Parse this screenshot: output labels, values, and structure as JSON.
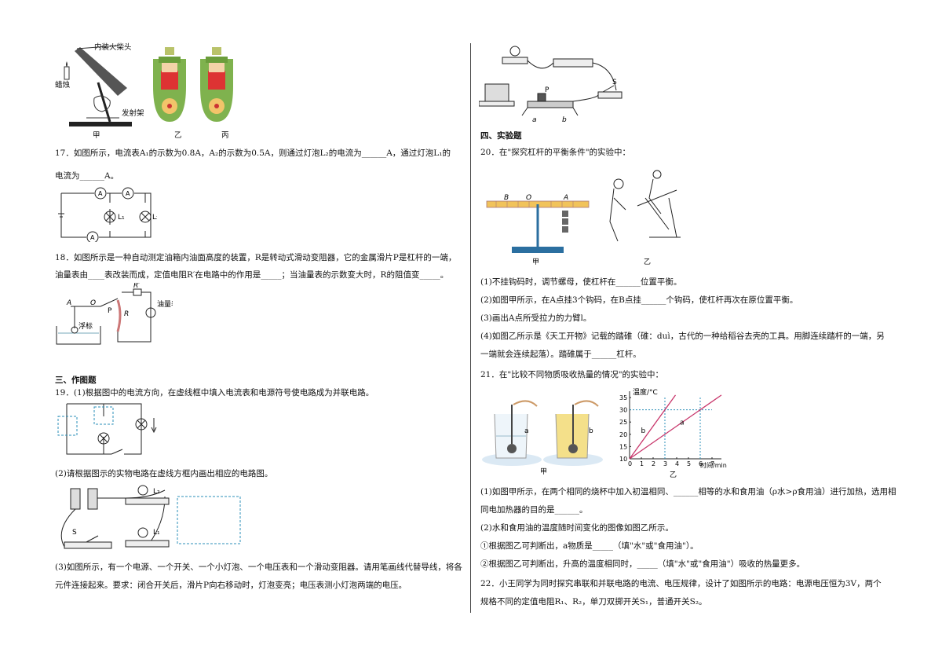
{
  "left": {
    "fig_top": {
      "label_matchhead": "内装火柴头",
      "label_candle": "蜡烛",
      "label_launcher": "发射架",
      "cap_jia": "甲",
      "cap_yi": "乙",
      "cap_bing": "丙"
    },
    "q17": {
      "line1": "17．如图所示，电流表A₁的示数为0.8A，A₂的示数为0.5A，则通过灯泡L₂的电流为______A，通过灯泡L₁的",
      "line2": "电流为______A。",
      "fig": {
        "a1": "A",
        "a2": "A",
        "a3": "A",
        "l1": "L₁",
        "l2": "L₂"
      }
    },
    "q18": {
      "line1": "18．如图所示是一种自动测定油箱内油面高度的装置，R是转动式滑动变阻器，它的金属滑片P是杠杆的一端，",
      "line2": "油量表由____表改装而成，定值电阻R′在电路中的作用是_____；当油量表的示数变大时，R的阻值变_____。",
      "fig": {
        "a": "A",
        "o": "O",
        "p": "P",
        "r": "R",
        "rp": "R′",
        "float": "浮标",
        "meter": "油量表"
      }
    },
    "sec3": "三、作图题",
    "q19": {
      "p1": "19．(1)根据图中的电流方向，在虚线框中填入电流表和电源符号使电路成为并联电路。",
      "s_label": "S",
      "p2": "(2)请根据图示的实物电路在虚线方框内画出相应的电路图。",
      "p2_l2": "L₂",
      "p2_l1": "L₁",
      "p2_s": "S",
      "p3_line1": "(3)如图所示，有一个电源、一个开关、一个小灯泡、一个电压表和一个滑动变阻器。请用笔画线代替导线，将各",
      "p3_line2": "元件连接起来。要求：闭合开关后，滑片P向右移动时，灯泡变亮；电压表测小灯泡两端的电压。"
    }
  },
  "right": {
    "top_fig": {
      "s": "S",
      "p": "P",
      "a": "a",
      "b": "b"
    },
    "sec4": "四、实验题",
    "q20": {
      "title": "20．在\"探究杠杆的平衡条件\"的实验中：",
      "fig": {
        "b": "B",
        "o": "O",
        "a": "A",
        "cap_jia": "甲",
        "cap_yi": "乙"
      },
      "s1": "(1)不挂钩码时，调节螺母，使杠杆在______位置平衡。",
      "s2": "(2)如图甲所示，在A点挂3个钩码，在B点挂______个钩码，使杠杆再次在原位置平衡。",
      "s3": "(3)画出A点所受拉力的力臂l。",
      "s4_line1": "(4)如图乙所示是《天工开物》记载的踏碓（碓：duì，古代的一种给稻谷去壳的工具。用脚连续踏杆的一端，另",
      "s4_line2": "一端就会连续起落）。踏碓属于______杠杆。"
    },
    "q21": {
      "title": "21．在\"比较不同物质吸收热量的情况\"的实验中：",
      "fig": {
        "a_label": "a",
        "b_label": "b",
        "cap_jia": "甲",
        "cap_yi": "乙"
      },
      "s1_line1": "(1)如图甲所示，在两个相同的烧杯中加入初温相同、______相等的水和食用油（ρ水>ρ食用油）进行加热，选用相",
      "s1_line2": "同电加热器的目的是______。",
      "s2": "(2)水和食用油的温度随时间变化的图像如图乙所示。",
      "s2a": "①根据图乙可判断出，a物质是_____（填\"水\"或\"食用油\"）。",
      "s2b": "②根据图乙可判断出，升高的温度相同时，_____（填\"水\"或\"食用油\"）吸收的热量更多。"
    },
    "q22": {
      "line1": "22．小王同学为同时探究串联和并联电路的电流、电压规律，设计了如图所示的电路：电源电压恒为3V，两个",
      "line2": "规格不同的定值电阻R₁、R₂，单刀双掷开关S₁，普通开关S₂。"
    }
  },
  "chart_data": {
    "type": "line",
    "ylabel": "温度/°C",
    "xlabel": "时间/min",
    "x_ticks": [
      "0",
      "1",
      "2",
      "3",
      "4",
      "5",
      "6",
      "7"
    ],
    "y_ticks": [
      "10",
      "15",
      "20",
      "25",
      "30",
      "35"
    ],
    "xlim": [
      0,
      7
    ],
    "ylim": [
      10,
      35
    ],
    "series": [
      {
        "name": "a",
        "x": [
          0,
          6
        ],
        "y": [
          10,
          30
        ]
      },
      {
        "name": "b",
        "x": [
          0,
          3
        ],
        "y": [
          10,
          30
        ]
      }
    ],
    "colors": {
      "line": "#c8366b",
      "guide": "#2b8fb8"
    }
  }
}
